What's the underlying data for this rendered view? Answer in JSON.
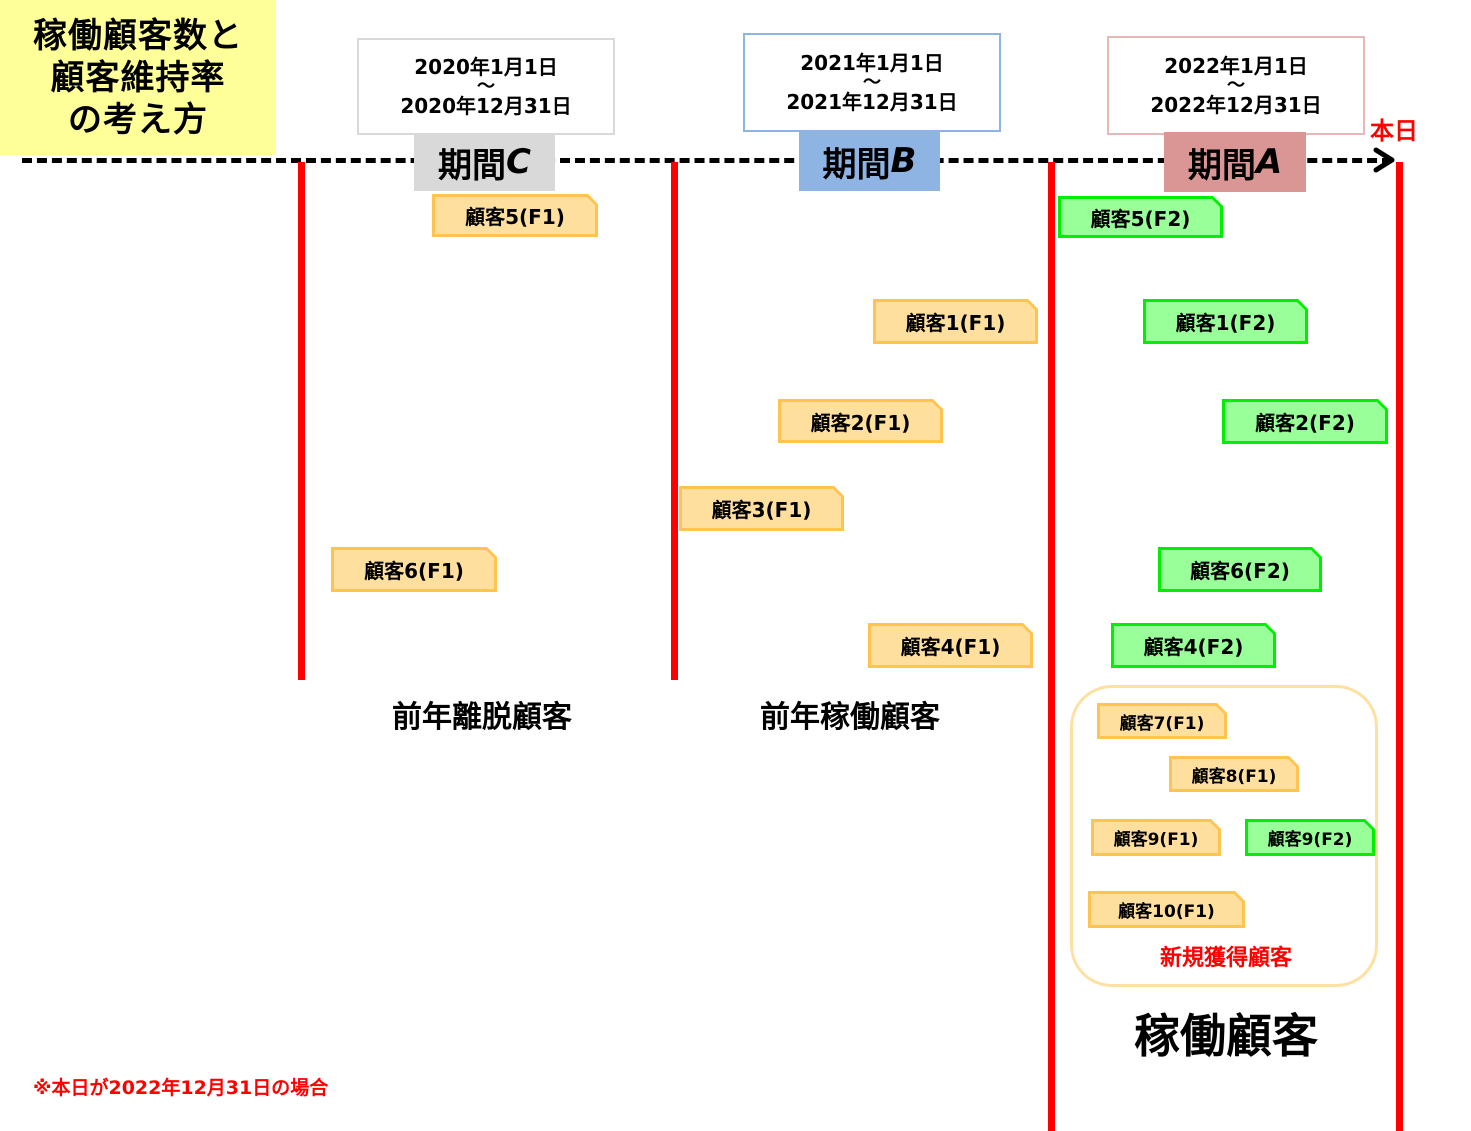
{
  "title": {
    "lines": [
      "稼働顧客数と",
      "顧客維持率",
      "の考え方"
    ],
    "background_color": "#ffff99"
  },
  "timeline": {
    "today_label": "本日",
    "line_color": "#000000",
    "divider_color": "#ff0000"
  },
  "periods": [
    {
      "name": "期間",
      "letter": "C",
      "start": "2020年1月1日",
      "tilde": "～",
      "end": "2020年12月31日",
      "label_color": "#d9d9d9",
      "box_border": "#d9d9d9"
    },
    {
      "name": "期間",
      "letter": "B",
      "start": "2021年1月1日",
      "tilde": "～",
      "end": "2021年12月31日",
      "label_color": "#8eb4e3",
      "box_border": "#8eb4e3"
    },
    {
      "name": "期間",
      "letter": "A",
      "start": "2022年1月1日",
      "tilde": "～",
      "end": "2022年12月31日",
      "label_color": "#da9694",
      "box_border": "#e6b9b8"
    }
  ],
  "customers": [
    {
      "label": "顧客5(F1)",
      "type": "F1",
      "period": "C"
    },
    {
      "label": "顧客5(F2)",
      "type": "F2",
      "period": "A"
    },
    {
      "label": "顧客1(F1)",
      "type": "F1",
      "period": "B"
    },
    {
      "label": "顧客1(F2)",
      "type": "F2",
      "period": "A"
    },
    {
      "label": "顧客2(F1)",
      "type": "F1",
      "period": "B"
    },
    {
      "label": "顧客2(F2)",
      "type": "F2",
      "period": "A"
    },
    {
      "label": "顧客3(F1)",
      "type": "F1",
      "period": "B"
    },
    {
      "label": "顧客6(F1)",
      "type": "F1",
      "period": "C"
    },
    {
      "label": "顧客6(F2)",
      "type": "F2",
      "period": "A"
    },
    {
      "label": "顧客4(F1)",
      "type": "F1",
      "period": "B"
    },
    {
      "label": "顧客4(F2)",
      "type": "F2",
      "period": "A"
    },
    {
      "label": "顧客7(F1)",
      "type": "F1",
      "period": "A"
    },
    {
      "label": "顧客8(F1)",
      "type": "F1",
      "period": "A"
    },
    {
      "label": "顧客9(F1)",
      "type": "F1",
      "period": "A"
    },
    {
      "label": "顧客9(F2)",
      "type": "F2",
      "period": "A"
    },
    {
      "label": "顧客10(F1)",
      "type": "F1",
      "period": "A"
    }
  ],
  "groups": {
    "prev_churned": "前年離脱顧客",
    "prev_active": "前年稼働顧客",
    "new_acquired": "新規獲得顧客",
    "active": "稼働顧客"
  },
  "footnote": "※本日が2022年12月31日の場合",
  "colors": {
    "f1_fill": "#ffdf9e",
    "f1_border": "#ffc44f",
    "f2_fill": "#99ff99",
    "f2_border": "#00ee00",
    "accent_red": "#ff0000"
  }
}
